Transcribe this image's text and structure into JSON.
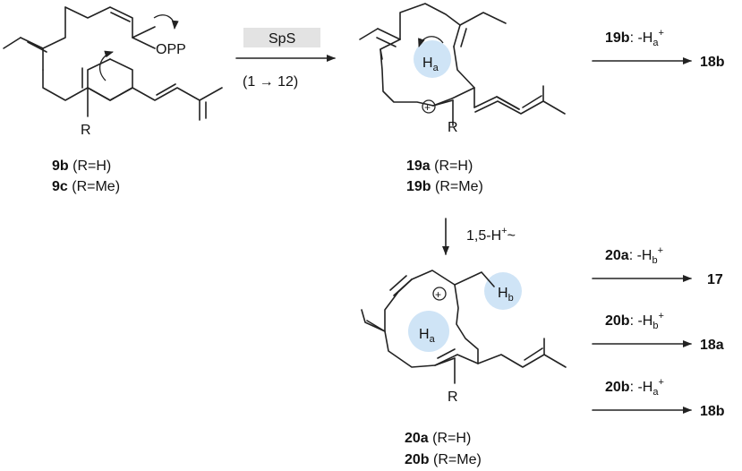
{
  "enzyme": {
    "label": "SpS",
    "condition": "(1 → 12)"
  },
  "substrate": {
    "leaving_group": "OPP",
    "r_label": "R",
    "compounds": [
      {
        "id": "9b",
        "desc": "(R=H)"
      },
      {
        "id": "9c",
        "desc": "(R=Me)"
      }
    ]
  },
  "intermediate1": {
    "h_label": "H",
    "h_sub": "a",
    "r_label": "R",
    "charge": "+",
    "compounds": [
      {
        "id": "19a",
        "desc": "(R=H)"
      },
      {
        "id": "19b",
        "desc": "(R=Me)"
      }
    ]
  },
  "shift": {
    "pre": "1,5-H",
    "sup": "+",
    "post": "~"
  },
  "intermediate2": {
    "ha_label": "H",
    "ha_sub": "a",
    "hb_label": "H",
    "hb_sub": "b",
    "r_label": "R",
    "charge": "+",
    "compounds": [
      {
        "id": "20a",
        "desc": "(R=H)"
      },
      {
        "id": "20b",
        "desc": "(R=Me)"
      }
    ]
  },
  "steps": [
    {
      "cpd": "19b",
      "pre": ": -H",
      "sub": "a",
      "sup": "+",
      "product": "18b"
    },
    {
      "cpd": "20a",
      "pre": ": -H",
      "sub": "b",
      "sup": "+",
      "product": "17"
    },
    {
      "cpd": "20b",
      "pre": ": -H",
      "sub": "b",
      "sup": "+",
      "product": "18a"
    },
    {
      "cpd": "20b",
      "pre": ": -H",
      "sub": "a",
      "sup": "+",
      "product": "18b"
    }
  ]
}
